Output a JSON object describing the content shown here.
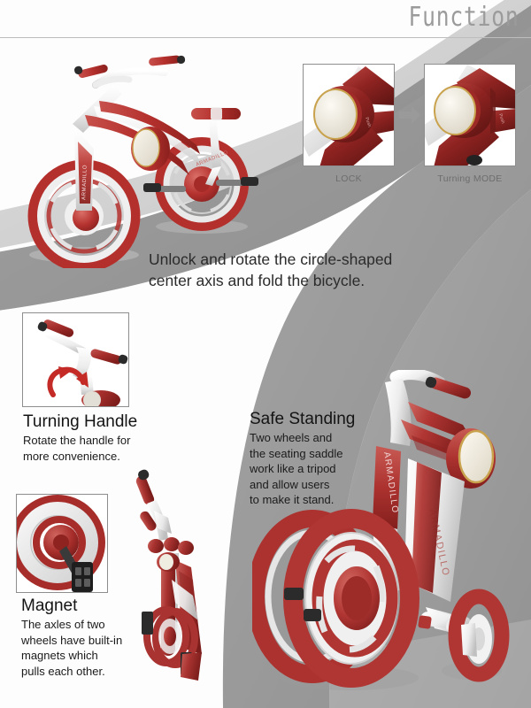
{
  "header": {
    "title": "Function"
  },
  "brand": "ARMADILLO",
  "colors": {
    "frame_red": "#b4302d",
    "frame_red_dark": "#8d2320",
    "frame_red_light": "#d4635e",
    "frame_white": "#f2f2f2",
    "band_gray": "#8d8d8d",
    "band_gray_light": "#c9c9c9",
    "title_gray": "#9b9b9b",
    "rule_gray": "#bdbdbd",
    "body_text": "#1b1b1b",
    "label_gray": "#6d6d6d",
    "arrow_gray": "#9a9a9a"
  },
  "hinge_steps": {
    "lock_label": "LOCK",
    "turning_label": "Turning MODE",
    "arrow_icon": "arrow-right-icon"
  },
  "main_caption": "Unlock and rotate the circle-shaped\ncenter axis and fold the bicycle.",
  "features": [
    {
      "id": "turning-handle",
      "title": "Turning Handle",
      "body": "Rotate the handle for\nmore convenience."
    },
    {
      "id": "safe-standing",
      "title": "Safe Standing",
      "body": "Two wheels and\nthe seating saddle\nwork like a tripod\nand allow users\nto make it stand."
    },
    {
      "id": "magnet",
      "title": "Magnet",
      "body": "The axles of two\nwheels have built-in\nmagnets which\npulls each other."
    }
  ]
}
